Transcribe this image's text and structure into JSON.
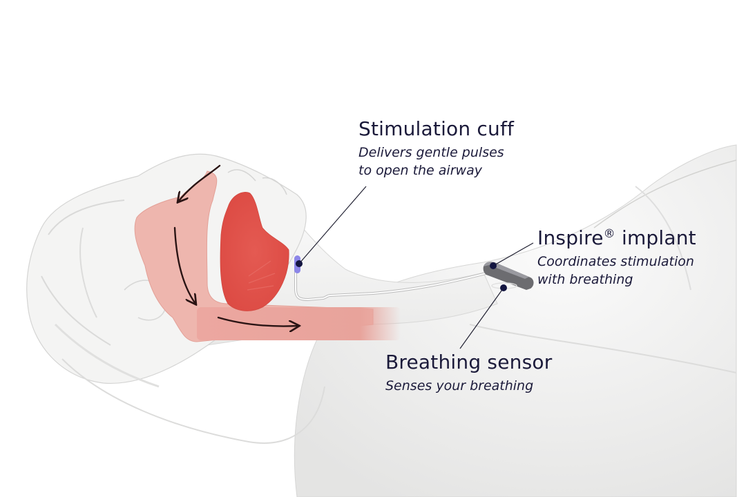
{
  "diagram": {
    "subject": "Upper airway stimulation therapy device placement on a reclining patient",
    "colors": {
      "text": "#1b1a3a",
      "body": "#f1f1f0",
      "airway": "#e9a9a0",
      "tongue_muscle": "#e0524a",
      "cuff": "#8c86e8",
      "leader_dot": "#131540",
      "arrow": "#2a1414",
      "device": "#6e6e72"
    },
    "callouts": [
      {
        "id": "stimulation-cuff",
        "title": "Stimulation cuff",
        "description_lines": [
          "Delivers gentle pulses",
          "to open the airway"
        ]
      },
      {
        "id": "inspire-implant",
        "title": "Inspire",
        "title_mark": "®",
        "title_suffix": " implant",
        "description_lines": [
          "Coordinates stimulation",
          "with breathing"
        ]
      },
      {
        "id": "breathing-sensor",
        "title": "Breathing sensor",
        "description_lines": [
          "Senses your breathing"
        ]
      }
    ],
    "airflow_arrows": 4
  }
}
